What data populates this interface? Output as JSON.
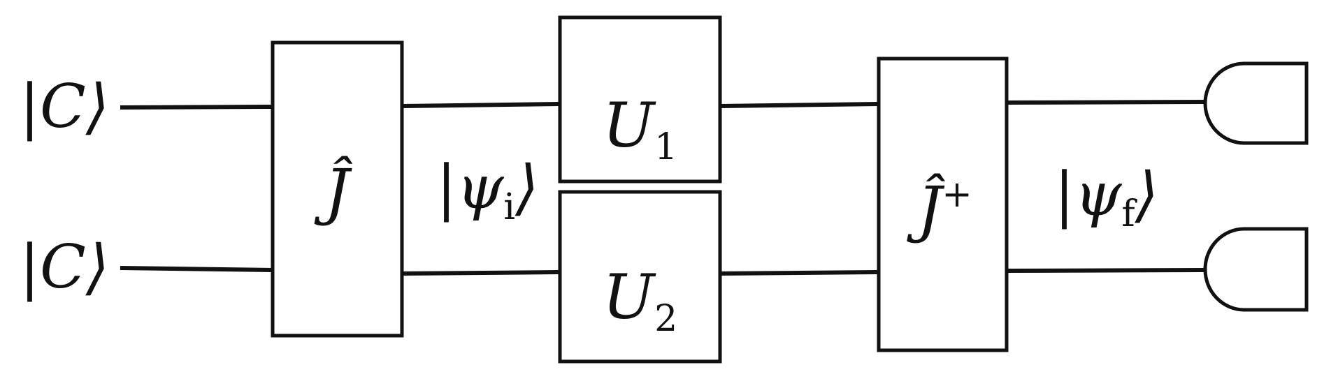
{
  "diagram": {
    "inputs": [
      {
        "label": "|C⟩"
      },
      {
        "label": "|C⟩"
      }
    ],
    "gates": {
      "j": {
        "symbol": "Ĵ"
      },
      "u1": {
        "symbol": "U",
        "subscript": "1"
      },
      "u2": {
        "symbol": "U",
        "subscript": "2"
      },
      "j_dagger": {
        "symbol": "Ĵ",
        "superscript": "+"
      }
    },
    "states": {
      "initial": {
        "prefix": "|ψ",
        "subscript": "i",
        "suffix": "⟩"
      },
      "final": {
        "prefix": "|ψ",
        "subscript": "f",
        "suffix": "⟩"
      }
    },
    "colors": {
      "line": "#111111",
      "background": "#ffffff"
    }
  }
}
